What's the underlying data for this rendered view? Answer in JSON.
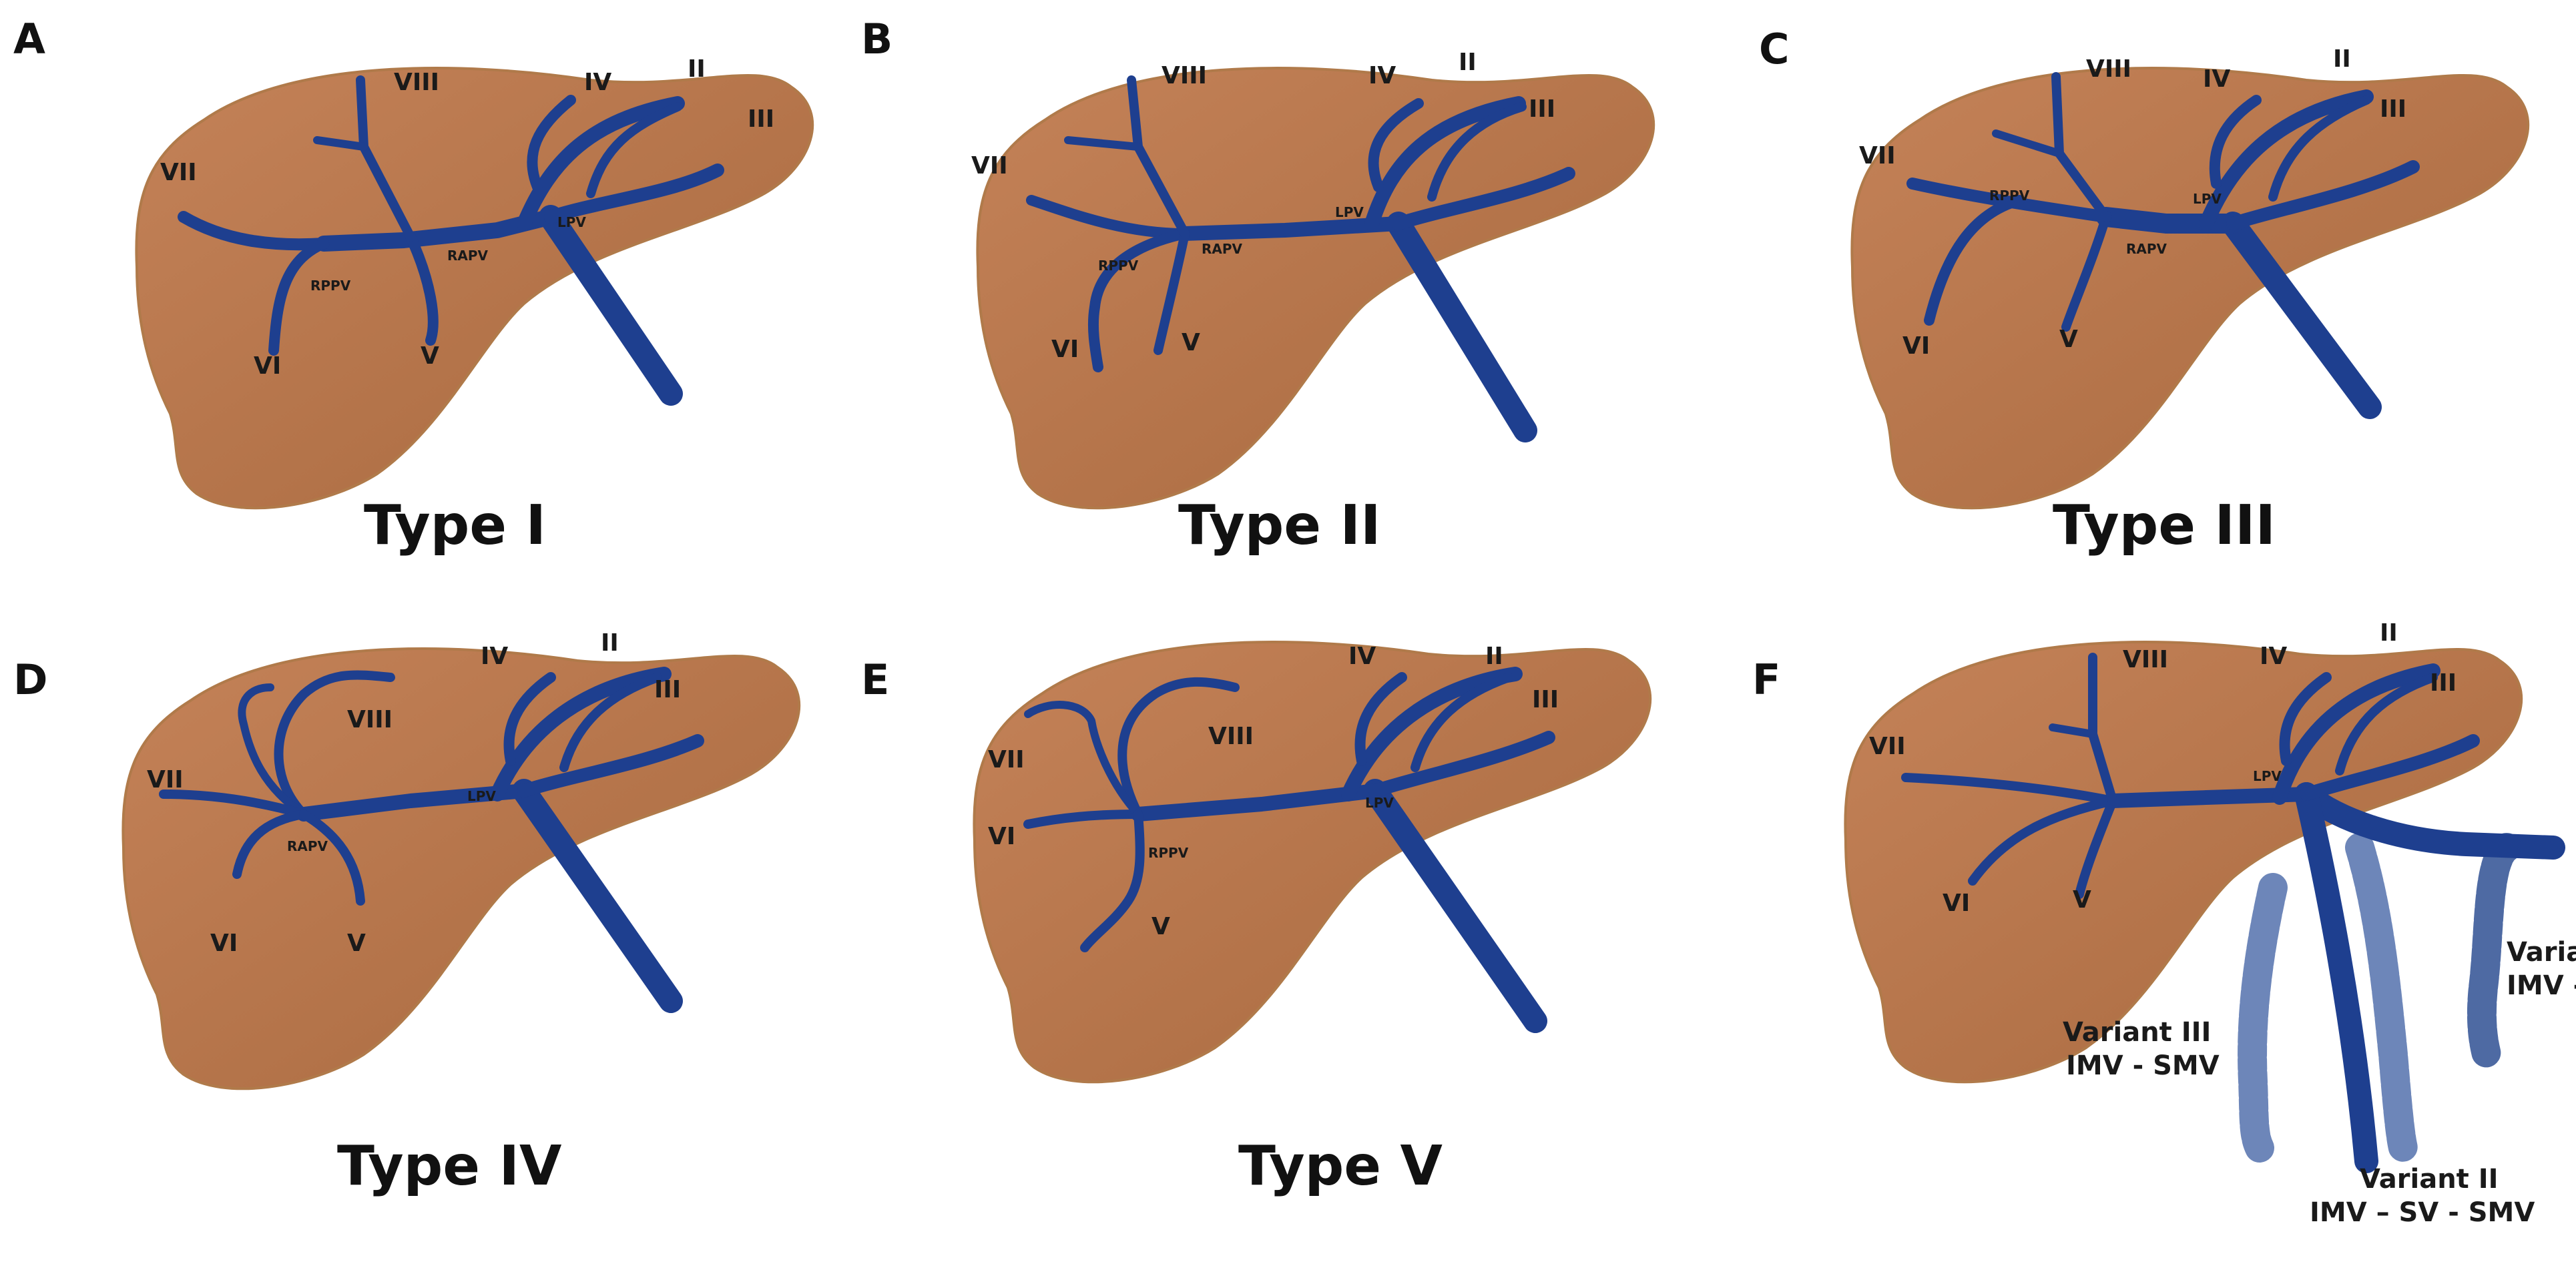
{
  "colors": {
    "liver_fill": "#b9794e",
    "liver_edge": "#c98a5c",
    "vein_dark": "#0f1e3f",
    "vein_blue": "#1e3f8f",
    "variant_blue": "#6d86b9",
    "variant_edge": "#4e6aa3"
  },
  "panels": [
    {
      "letter": "A",
      "type_label": "Type I",
      "segments": {
        "ii": "II",
        "iii": "III",
        "iv": "IV",
        "v": "V",
        "vi": "VI",
        "vii": "VII",
        "viii": "VIII"
      },
      "vessels": {
        "lpv": "LPV",
        "rapv": "RAPV",
        "rppv": "RPPV"
      }
    },
    {
      "letter": "B",
      "type_label": "Type II",
      "segments": {
        "ii": "II",
        "iii": "III",
        "iv": "IV",
        "v": "V",
        "vi": "VI",
        "vii": "VII",
        "viii": "VIII"
      },
      "vessels": {
        "lpv": "LPV",
        "rapv": "RAPV",
        "rppv": "RPPV"
      }
    },
    {
      "letter": "C",
      "type_label": "Type III",
      "segments": {
        "ii": "II",
        "iii": "III",
        "iv": "IV",
        "v": "V",
        "vi": "VI",
        "vii": "VII",
        "viii": "VIII"
      },
      "vessels": {
        "lpv": "LPV",
        "rapv": "RAPV",
        "rppv": "RPPV"
      }
    },
    {
      "letter": "D",
      "type_label": "Type IV",
      "segments": {
        "ii": "II",
        "iii": "III",
        "iv": "IV",
        "v": "V",
        "vi": "VI",
        "vii": "VII",
        "viii": "VIII"
      },
      "vessels": {
        "lpv": "LPV",
        "rapv": "RAPV"
      }
    },
    {
      "letter": "E",
      "type_label": "Type V",
      "segments": {
        "ii": "II",
        "iii": "III",
        "iv": "IV",
        "v": "V",
        "vi": "VI",
        "vii": "VII",
        "viii": "VIII"
      },
      "vessels": {
        "lpv": "LPV",
        "rppv": "RPPV"
      }
    },
    {
      "letter": "F",
      "segments": {
        "ii": "II",
        "iii": "III",
        "iv": "IV",
        "v": "V",
        "vi": "VI",
        "vii": "VII",
        "viii": "VIII"
      },
      "vessels": {
        "lpv": "LPV"
      },
      "variants": [
        {
          "name": "Variant I",
          "route": "IMV - SV"
        },
        {
          "name": "Variant II",
          "route": "IMV – SV - SMV"
        },
        {
          "name": "Variant III",
          "route": "IMV - SMV"
        }
      ]
    }
  ]
}
